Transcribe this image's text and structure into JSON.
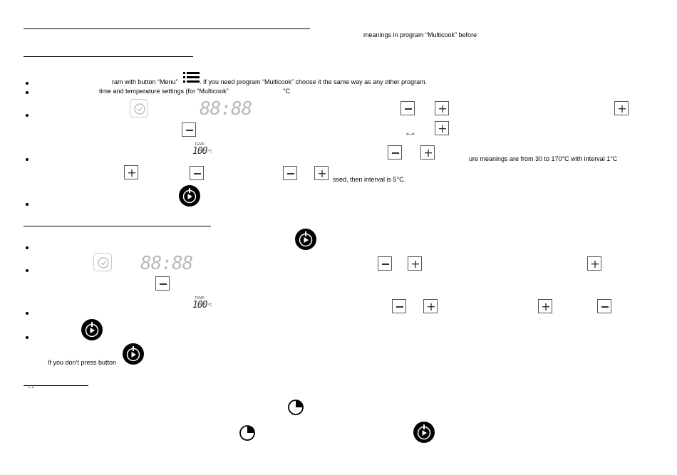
{
  "top_note": "meanings in program “Multicook” before",
  "section1": {
    "b1_left": "ram with button “Menu”",
    "b1_right": ". If you need program “Multicook” choose it the same way as any other program.",
    "b2_text": "time and temperature settings (for “Multicook”",
    "b2_unit": "°C",
    "display_time": "88:88",
    "temp_label": "TEMP.",
    "temp_value": "100",
    "temp_unit": "°C",
    "arrows_label": "«–»",
    "range_text": "ure meanings are from 30 to 170°C with interval 1°C",
    "interval_text": "ssed, then interval is 5°C."
  },
  "section2": {
    "display_time": "88:88",
    "temp_label": "TEMP.",
    "temp_value": "100",
    "temp_unit": "°C",
    "dont_press": "If you don’t press button"
  },
  "footnote_quotes": "“            ”",
  "icons": {
    "plus": "plus-icon",
    "minus": "minus-icon",
    "menu": "menu-lines-icon",
    "clock": "clock-icon",
    "start": "start-play-icon",
    "pie": "quarter-circle-icon"
  },
  "colors": {
    "text": "#000000",
    "segment_dim": "#b9b9b9",
    "button_border": "#555555",
    "start_button": "#000000"
  }
}
